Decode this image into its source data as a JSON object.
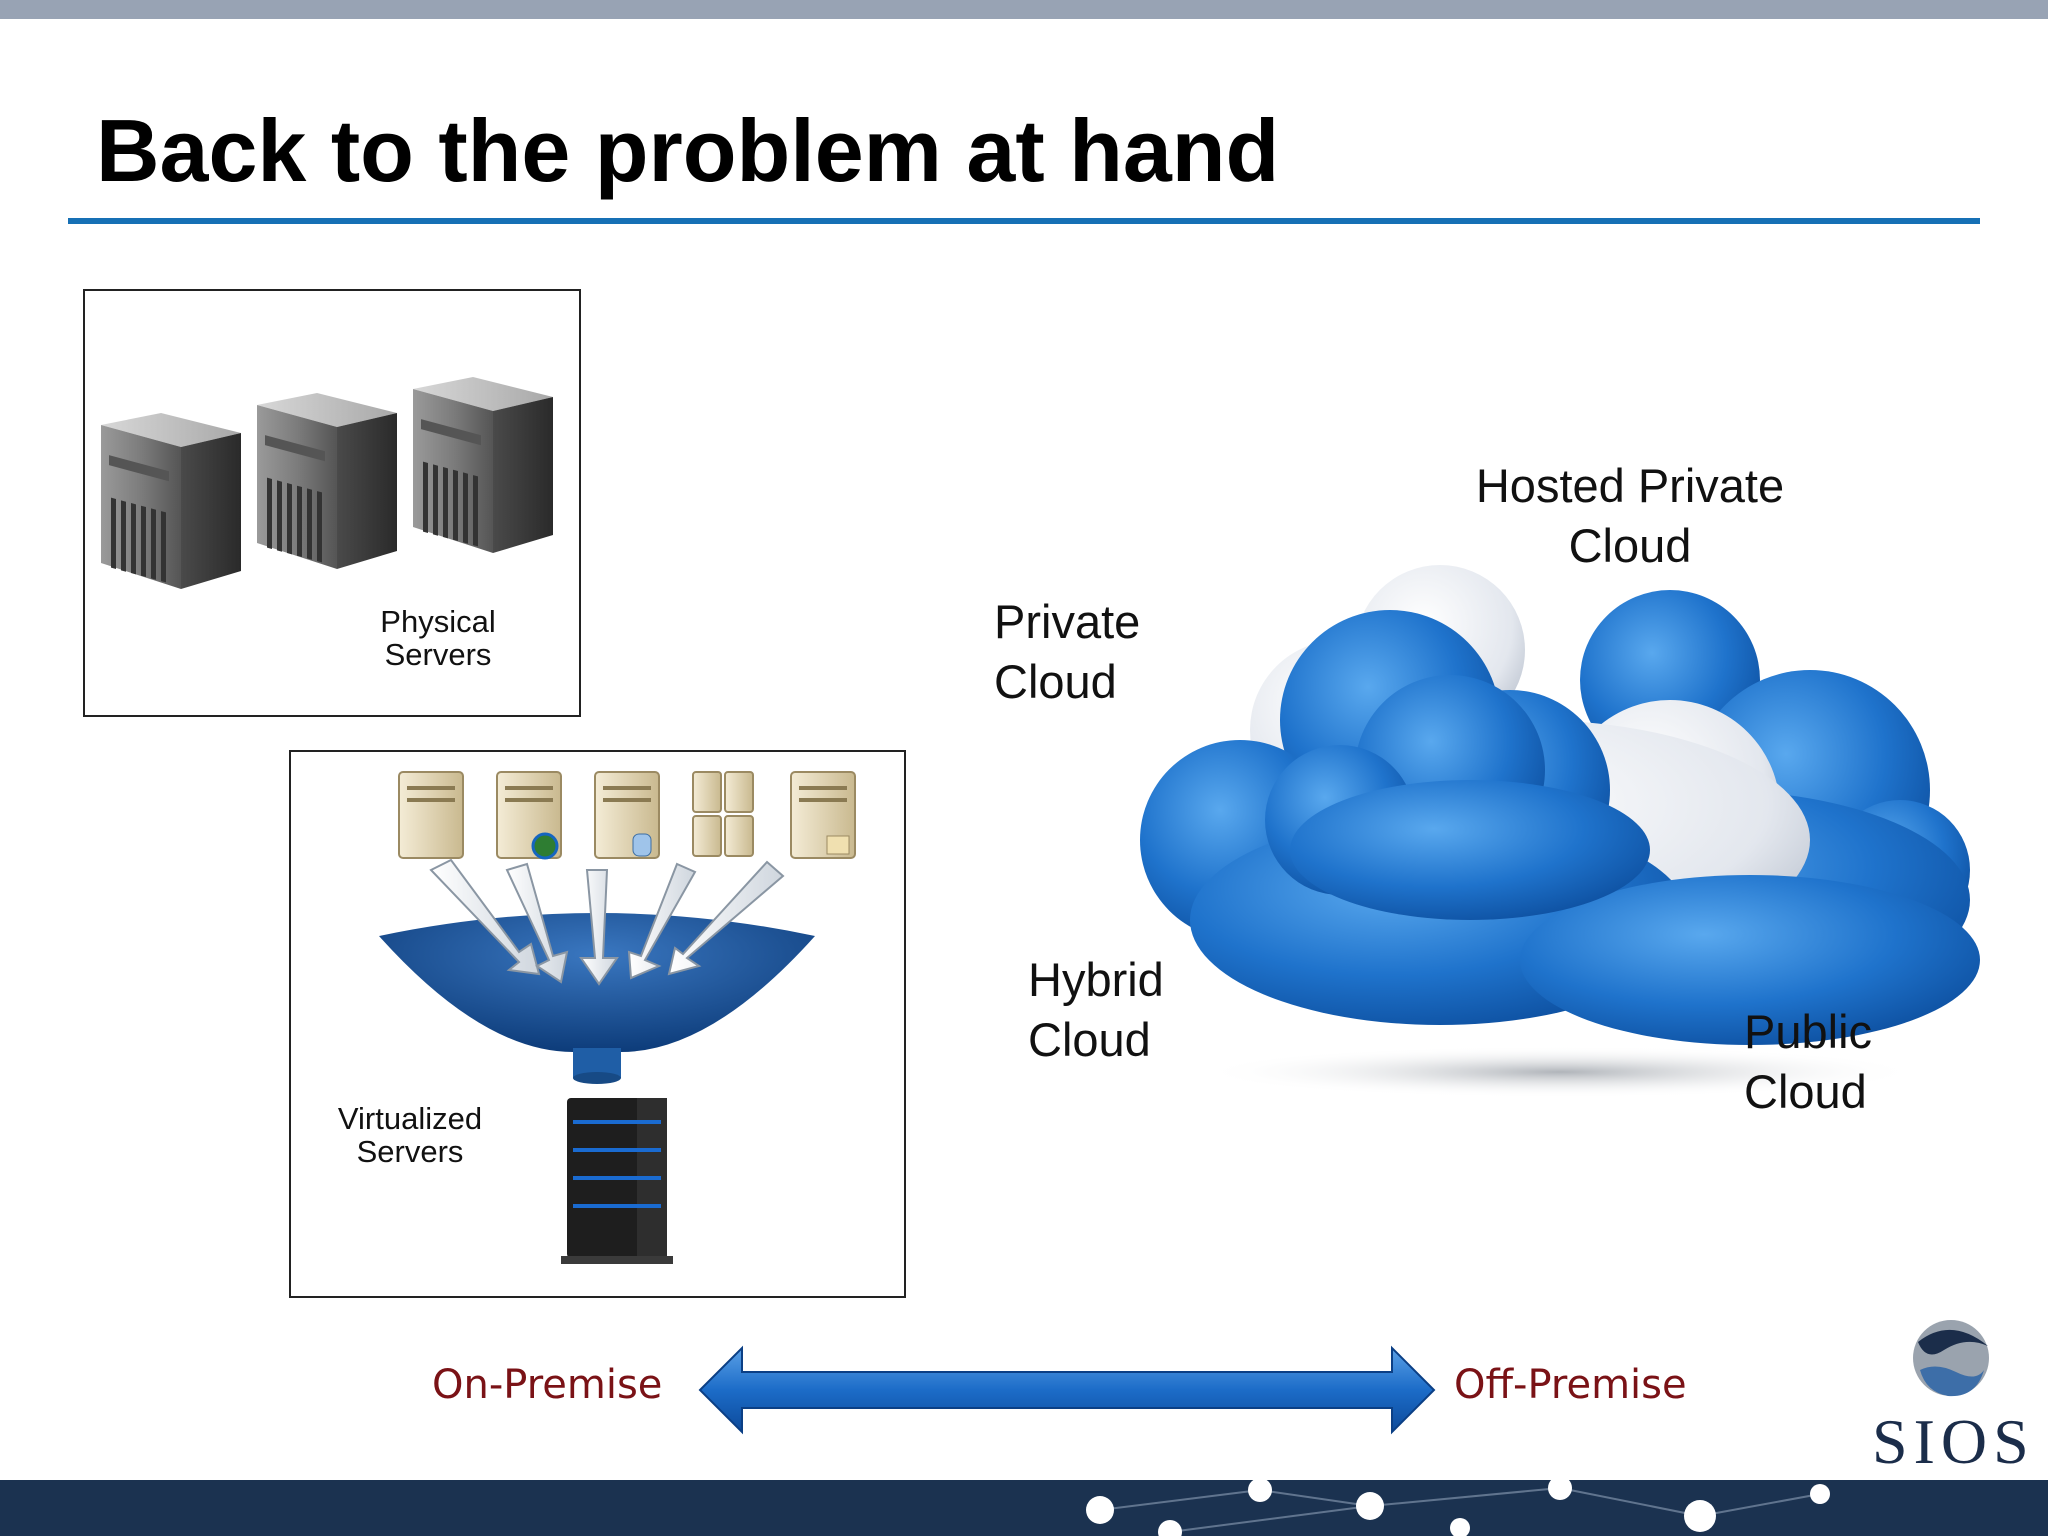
{
  "slide": {
    "title": "Back to the problem at hand"
  },
  "physical_box": {
    "label_line1": "Physical",
    "label_line2": "Servers"
  },
  "virtual_box": {
    "label_line1": "Virtualized",
    "label_line2": "Servers"
  },
  "clouds": {
    "hosted_private_line1": "Hosted Private",
    "hosted_private_line2": "Cloud",
    "private_line1": "Private",
    "private_line2": "Cloud",
    "hybrid_line1": "Hybrid",
    "hybrid_line2": "Cloud",
    "public_line1": "Public",
    "public_line2": "Cloud"
  },
  "arrow": {
    "left_label": "On-Premise",
    "right_label": "Off-Premise"
  },
  "logo": {
    "text": "SIOS"
  },
  "colors": {
    "accent_blue": "#1670b5",
    "premise_text": "#7a1216",
    "footer": "#1b3250",
    "top_bar": "#98a3b4"
  }
}
